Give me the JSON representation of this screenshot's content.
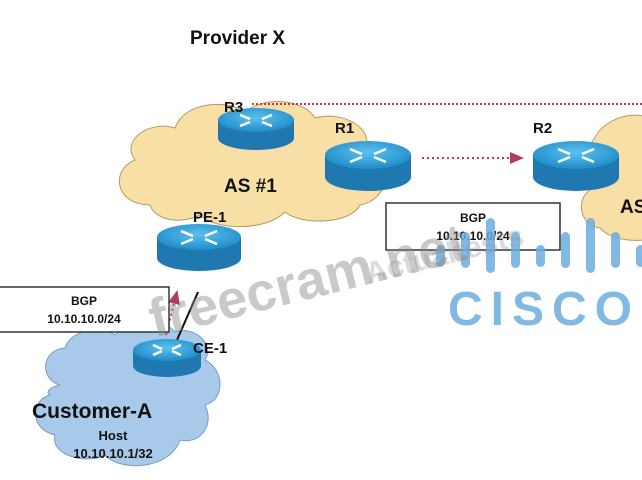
{
  "title": "Provider X",
  "as1": {
    "label": "AS #1"
  },
  "as2": {
    "label": "AS"
  },
  "routers": {
    "r3": "R3",
    "r1": "R1",
    "r2": "R2",
    "pe1": "PE-1",
    "ce1": "CE-1"
  },
  "bgp_box_left": {
    "title": "BGP",
    "prefix": "10.10.10.0/24"
  },
  "bgp_box_right": {
    "title": "BGP",
    "prefix": "10.10.10.0/24"
  },
  "customer": {
    "name": "Customer-A",
    "host_label": "Host",
    "host_ip": "10.10.10.1/32"
  },
  "watermarks": {
    "main": "freecram.net",
    "secondary": "Actualtests",
    "logo": "CISCO"
  },
  "colors": {
    "as_cloud": "#f7dfa6",
    "customer_cloud": "#a9c9ea",
    "router_top": "#2f9fd6",
    "router_side": "#1f78b0",
    "arrow": "#b0405a",
    "cisco_logo": "#6aaee0"
  }
}
